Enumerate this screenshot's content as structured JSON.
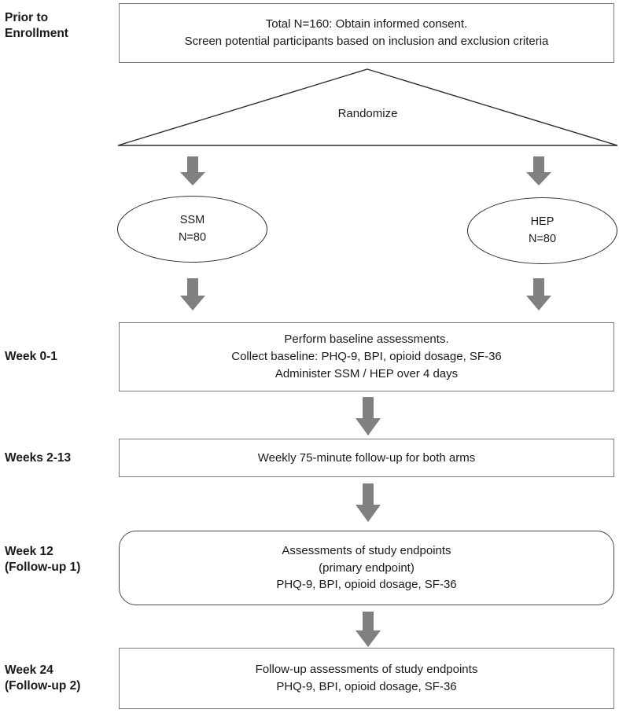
{
  "figure": {
    "kind": "study-flow-diagram",
    "colors": {
      "arrow_gray": "#808080",
      "box_border": "#7a7a7a",
      "ellipse_border": "#2d2d2d",
      "text": "#1a1a1a",
      "background": "#ffffff"
    }
  },
  "stages": [
    {
      "id": "prior-to-enrollment",
      "label": "Prior to\nEnrollment"
    },
    {
      "id": "week-0-1",
      "label": "Week 0-1"
    },
    {
      "id": "weeks-2-13",
      "label": "Weeks 2-13"
    },
    {
      "id": "week-12",
      "label": "Week 12\n(Follow-up 1)"
    },
    {
      "id": "week-24",
      "label": "Week 24\n(Follow-up 2)"
    }
  ],
  "nodes": {
    "screening_box": {
      "text": "Total N=160:  Obtain informed consent.\nScreen potential participants based on inclusion and exclusion criteria"
    },
    "randomize": {
      "label": "Randomize"
    },
    "arm_ssm": {
      "text": "SSM\nN=80",
      "name": "SSM",
      "n": "N=80"
    },
    "arm_hep": {
      "text": "HEP\nN=80",
      "name": "HEP",
      "n": "N=80"
    },
    "baseline_box": {
      "text": "Perform baseline assessments.\nCollect baseline: PHQ-9, BPI, opioid dosage, SF-36\nAdminister SSM / HEP over 4 days"
    },
    "weekly_box": {
      "text": "Weekly 75-minute follow-up for both arms"
    },
    "followup1_box": {
      "text": "Assessments of study endpoints\n(primary endpoint)\nPHQ-9, BPI, opioid dosage, SF-36"
    },
    "followup2_box": {
      "text": "Follow-up assessments of study endpoints\nPHQ-9, BPI, opioid dosage, SF-36"
    }
  },
  "arrows": [
    {
      "id": "arrow-randomize-to-ssm",
      "icon": "down-arrow-icon"
    },
    {
      "id": "arrow-randomize-to-hep",
      "icon": "down-arrow-icon"
    },
    {
      "id": "arrow-ssm-to-baseline",
      "icon": "down-arrow-icon"
    },
    {
      "id": "arrow-hep-to-baseline",
      "icon": "down-arrow-icon"
    },
    {
      "id": "arrow-baseline-to-weekly",
      "icon": "down-arrow-icon"
    },
    {
      "id": "arrow-weekly-to-followup1",
      "icon": "down-arrow-icon"
    },
    {
      "id": "arrow-followup1-to-followup2",
      "icon": "down-arrow-icon"
    }
  ]
}
